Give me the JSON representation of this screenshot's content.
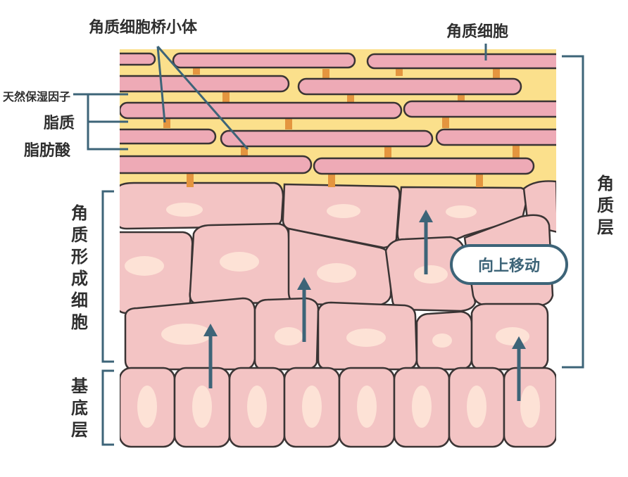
{
  "labels": {
    "desmosome": "角质细胞桥小体",
    "corneocyte": "角质细胞",
    "nmf": "天然保湿因子",
    "lipid": "脂质",
    "fatty_acid": "脂肪酸",
    "keratinocyte_layer": "角质形成细胞",
    "basal_layer": "基底层",
    "stratum_corneum": "角质层",
    "move_up": "向上移动"
  },
  "colors": {
    "cell_fill": "#f3c4c4",
    "cell_outline": "#3a3434",
    "nucleus": "#fde2d6",
    "lipid_matrix": "#fbe08c",
    "corneocyte_fill": "#eeaab6",
    "desmosome": "#e4953f",
    "accent_line": "#3d6478"
  }
}
